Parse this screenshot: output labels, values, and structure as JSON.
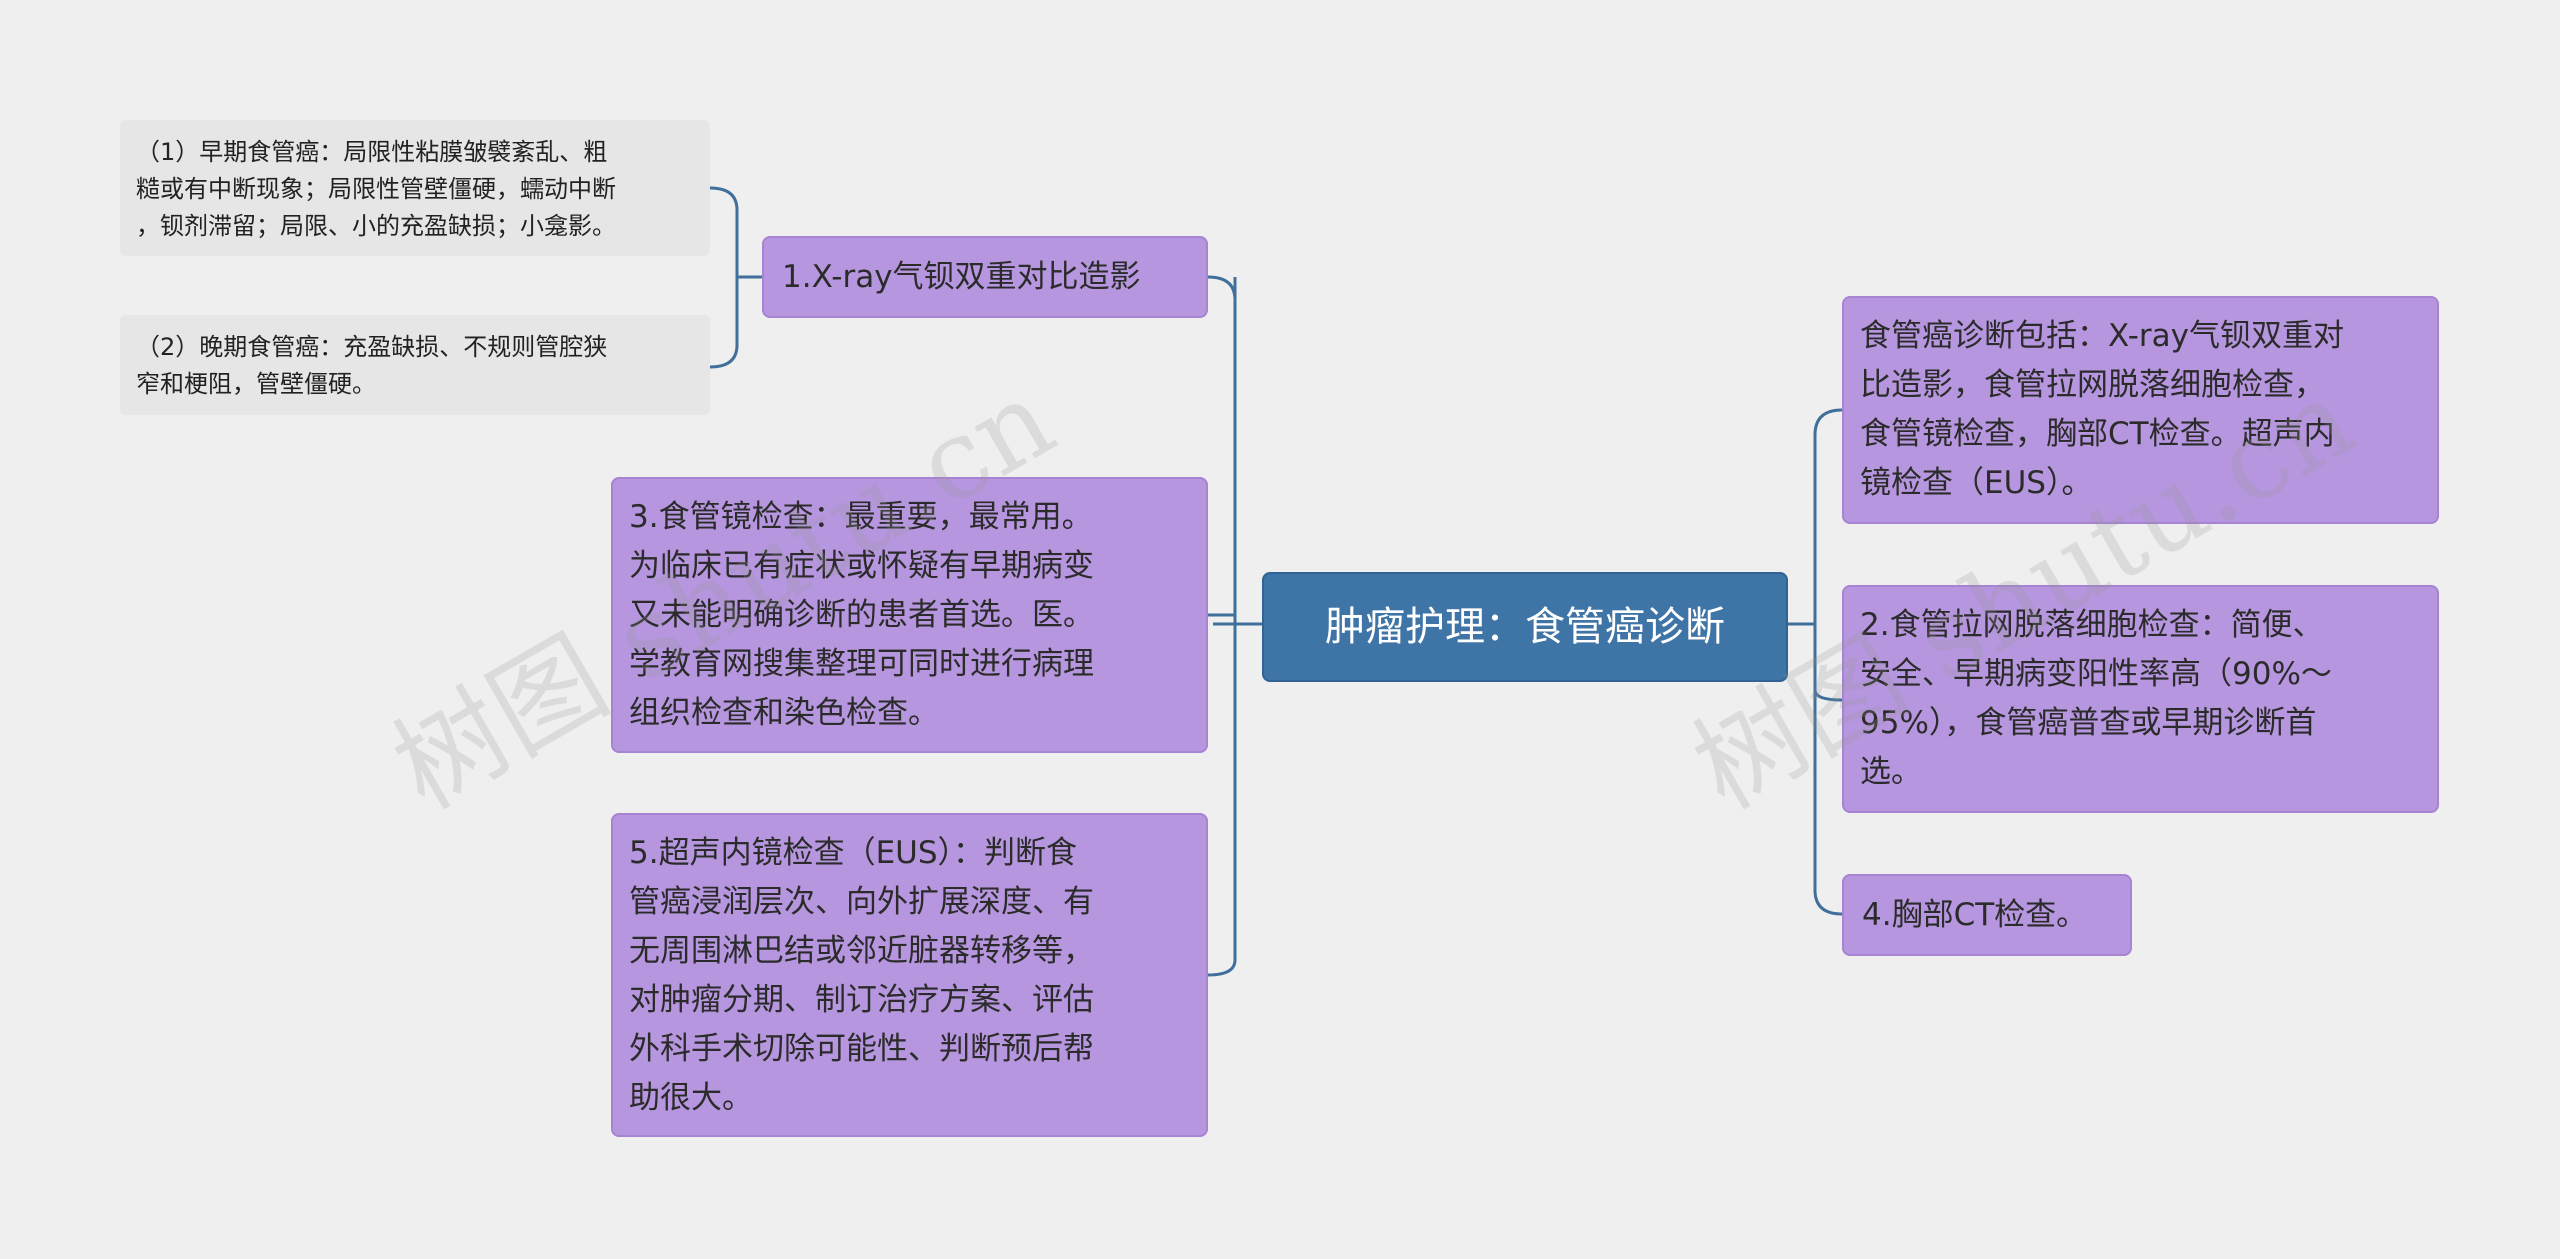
{
  "root": {
    "label": "肿瘤护理：食管癌诊断"
  },
  "left_branches": {
    "xray": {
      "label": "1.X-ray气钡双重对比造影",
      "children": [
        "（1）早期食管癌：局限性粘膜皱襞紊乱、粗\n糙或有中断现象；局限性管壁僵硬，蠕动中断\n，钡剂滞留；局限、小的充盈缺损；小龛影。",
        "（2）晚期食管癌：充盈缺损、不规则管腔狭\n窄和梗阻，管壁僵硬。"
      ]
    },
    "endoscopy": {
      "label": "3.食管镜检查：最重要，最常用。\n为临床已有症状或怀疑有早期病变\n又未能明确诊断的患者首选。医。\n学教育网搜集整理可同时进行病理\n组织检查和染色检查。"
    },
    "eus": {
      "label": "5.超声内镜检查（EUS）：判断食\n管癌浸润层次、向外扩展深度、有\n无周围淋巴结或邻近脏器转移等，\n对肿瘤分期、制订治疗方案、评估\n外科手术切除可能性、判断预后帮\n助很大。"
    }
  },
  "right_branches": {
    "summary": {
      "label": "食管癌诊断包括：X-ray气钡双重对\n比造影，食管拉网脱落细胞检查，\n食管镜检查，胸部CT检查。超声内\n镜检查（EUS）。"
    },
    "cytology": {
      "label": "2.食管拉网脱落细胞检查：简便、\n安全、早期病变阳性率高（90%～\n95%），食管癌普查或早期诊断首\n选。"
    },
    "ct": {
      "label": "4.胸部CT检查。"
    }
  },
  "watermark": {
    "text": "树图 shutu.cn"
  },
  "colors": {
    "background": "#efefef",
    "root_fill": "#3f74a6",
    "branch_fill": "#b696de",
    "leaf_fill": "#e6e6e6",
    "connector": "#3f6f9a"
  }
}
